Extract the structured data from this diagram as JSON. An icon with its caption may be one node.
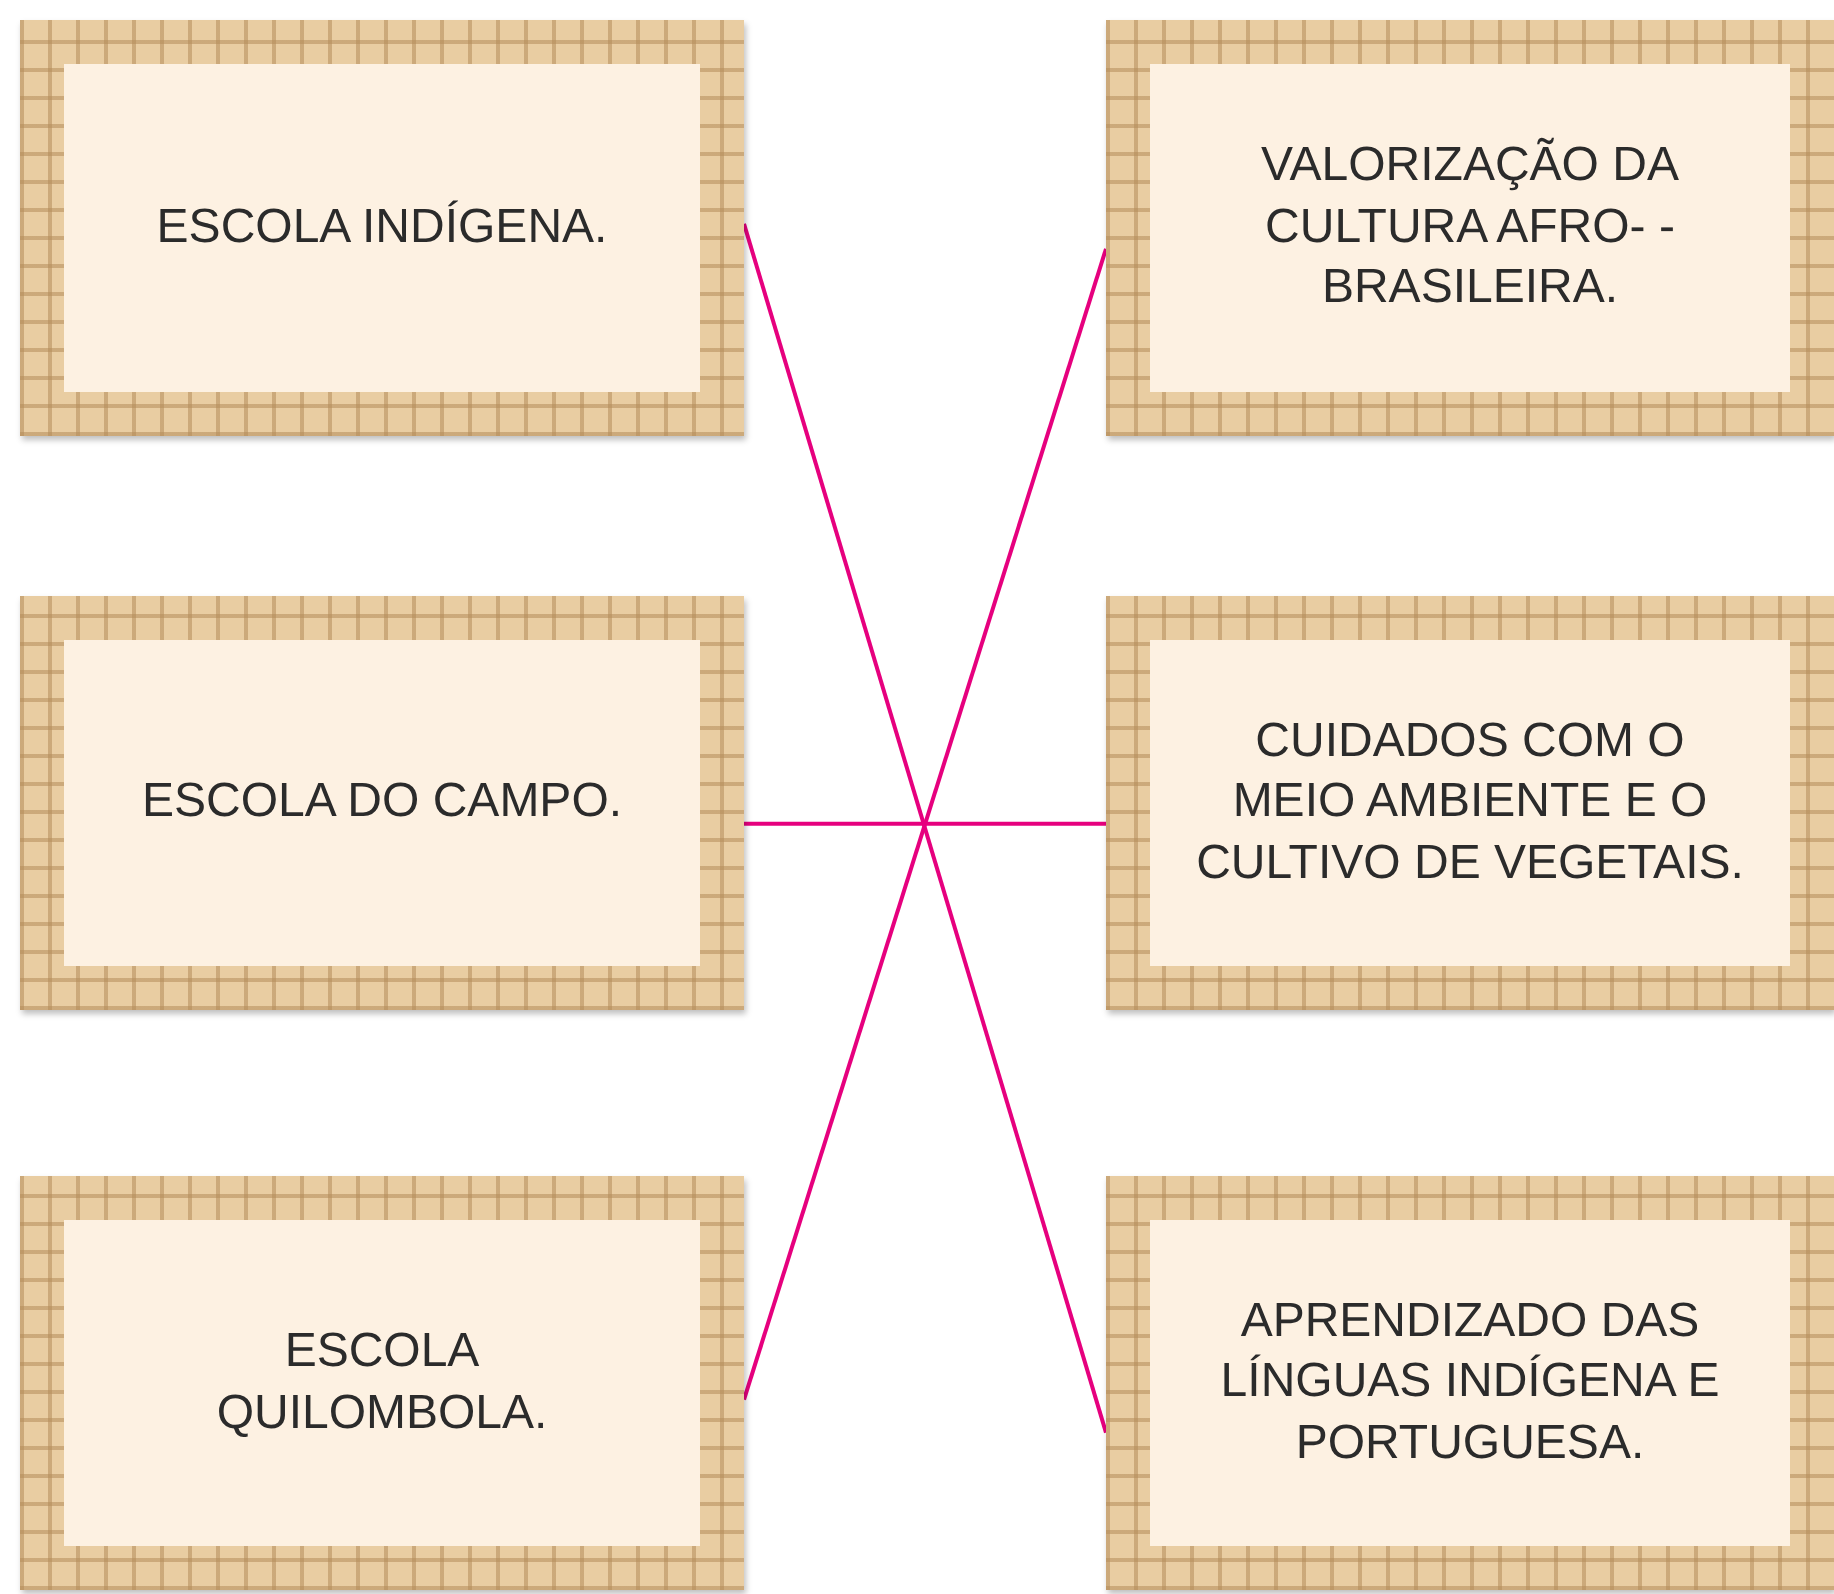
{
  "diagram": {
    "nodes": [
      {
        "text": [
          "ESCOLA INDÍGENA."
        ]
      },
      {
        "text": [
          "VALORIZAÇÃO DA CULTURA AFRO- -BRASILEIRA."
        ]
      },
      {
        "text": [
          "ESCOLA DO CAMPO."
        ]
      },
      {
        "text": [
          "CUIDADOS COM O MEIO AMBIENTE E O CULTIVO DE VEGETAIS."
        ]
      },
      {
        "text": [
          "ESCOLA QUILOMBOLA."
        ]
      },
      {
        "text": [
          "APRENDIZADO DAS LÍNGUAS INDÍGENA E PORTUGUESA."
        ]
      }
    ],
    "edges": [
      {
        "from": 0,
        "to": 5,
        "arrow": "none",
        "color": "#e6007e"
      },
      {
        "from": 2,
        "to": 3,
        "arrow": "none",
        "color": "#e6007e"
      },
      {
        "from": 4,
        "to": 1,
        "arrow": "none",
        "color": "#e6007e"
      }
    ]
  }
}
